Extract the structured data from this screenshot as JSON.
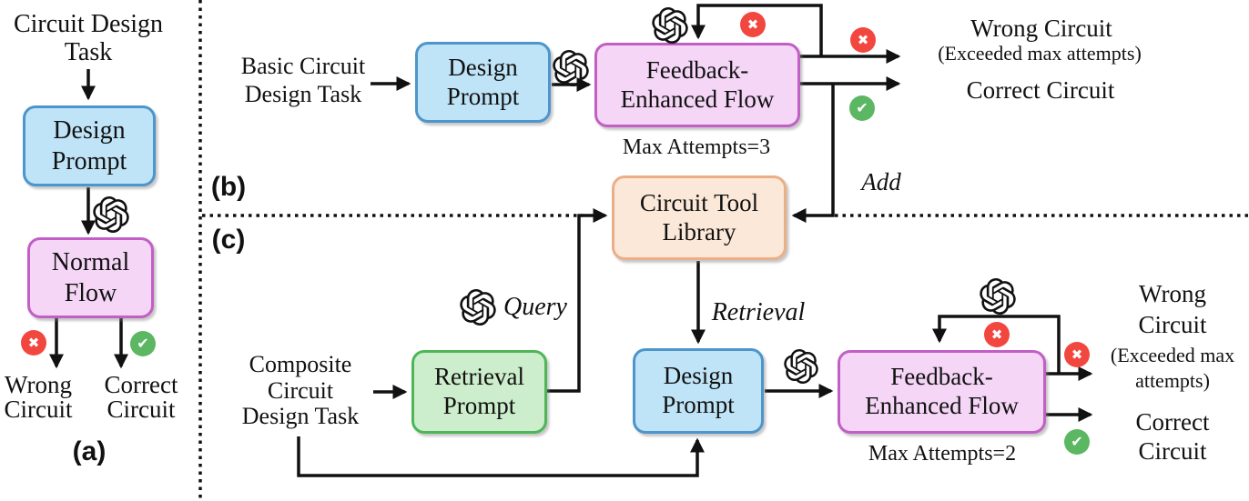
{
  "figure": {
    "description_label": "Circuit design workflow diagram"
  },
  "panel_a": {
    "label": "(a)",
    "task": "Circuit Design\nTask",
    "design_prompt": "Design\nPrompt",
    "normal_flow": "Normal\nFlow",
    "wrong": "Wrong\nCircuit",
    "correct": "Correct\nCircuit"
  },
  "panel_b": {
    "label": "(b)",
    "task": "Basic Circuit\nDesign Task",
    "design_prompt": "Design\nPrompt",
    "flow": "Feedback-\nEnhanced Flow",
    "max_attempts": "Max Attempts=3",
    "wrong": "Wrong Circuit",
    "wrong_sub": "(Exceeded max attempts)",
    "correct": "Correct Circuit",
    "add_label": "Add"
  },
  "library": {
    "title": "Circuit Tool\nLibrary"
  },
  "panel_c": {
    "label": "(c)",
    "task": "Composite\nCircuit\nDesign Task",
    "retrieval_prompt": "Retrieval\nPrompt",
    "design_prompt": "Design\nPrompt",
    "flow": "Feedback-\nEnhanced Flow",
    "max_attempts": "Max Attempts=2",
    "query_label": "Query",
    "retrieval_label": "Retrieval",
    "wrong": "Wrong\nCircuit",
    "wrong_sub": "(Exceeded max\nattempts)",
    "correct": "Correct\nCircuit"
  },
  "icons": {
    "llm": "openai-logo",
    "fail": "cross-badge-icon",
    "success": "check-badge-icon",
    "fail_glyph": "✖",
    "success_glyph": "✔"
  },
  "colors": {
    "node_blue_fill": "#BFE4F7",
    "node_blue_border": "#4D95CB",
    "node_pink_fill": "#F5D6F7",
    "node_pink_border": "#C25FC4",
    "node_green_fill": "#CDEECC",
    "node_green_border": "#4DB757",
    "node_orange_fill": "#FCE8D8",
    "node_orange_border": "#EBAF87",
    "badge_red": "#F2473F",
    "badge_green": "#5CB763",
    "line": "#111111"
  }
}
